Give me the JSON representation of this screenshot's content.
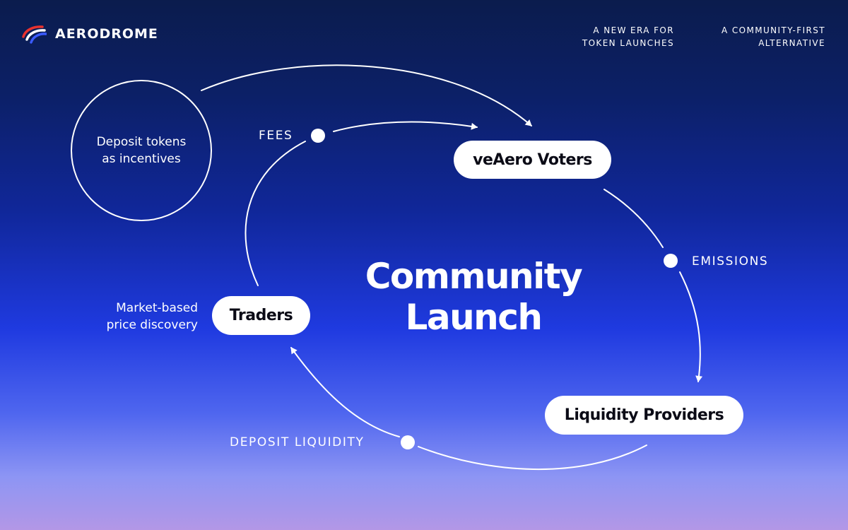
{
  "header": {
    "brand": "AERODROME",
    "logo_icon": "aerodrome-logo-icon",
    "taglines": [
      "A NEW ERA FOR\nTOKEN LAUNCHES",
      "A COMMUNITY-FIRST\nALTERNATIVE"
    ]
  },
  "diagram": {
    "center_title": "Community\nLaunch",
    "nodes": {
      "deposit": "Deposit tokens\nas incentives",
      "voters": "veAero Voters",
      "traders": "Traders",
      "liquidity_providers": "Liquidity Providers"
    },
    "edge_labels": {
      "fees": "FEES",
      "emissions": "EMISSIONS",
      "deposit_liquidity": "DEPOSIT LIQUIDITY"
    },
    "traders_note": "Market-based\nprice discovery"
  },
  "colors": {
    "background_top": "#0b1c4d",
    "background_mid": "#1f3ae0",
    "background_bottom": "#b397e6",
    "pill": "#ffffff",
    "text_dark": "#0b0b16"
  }
}
